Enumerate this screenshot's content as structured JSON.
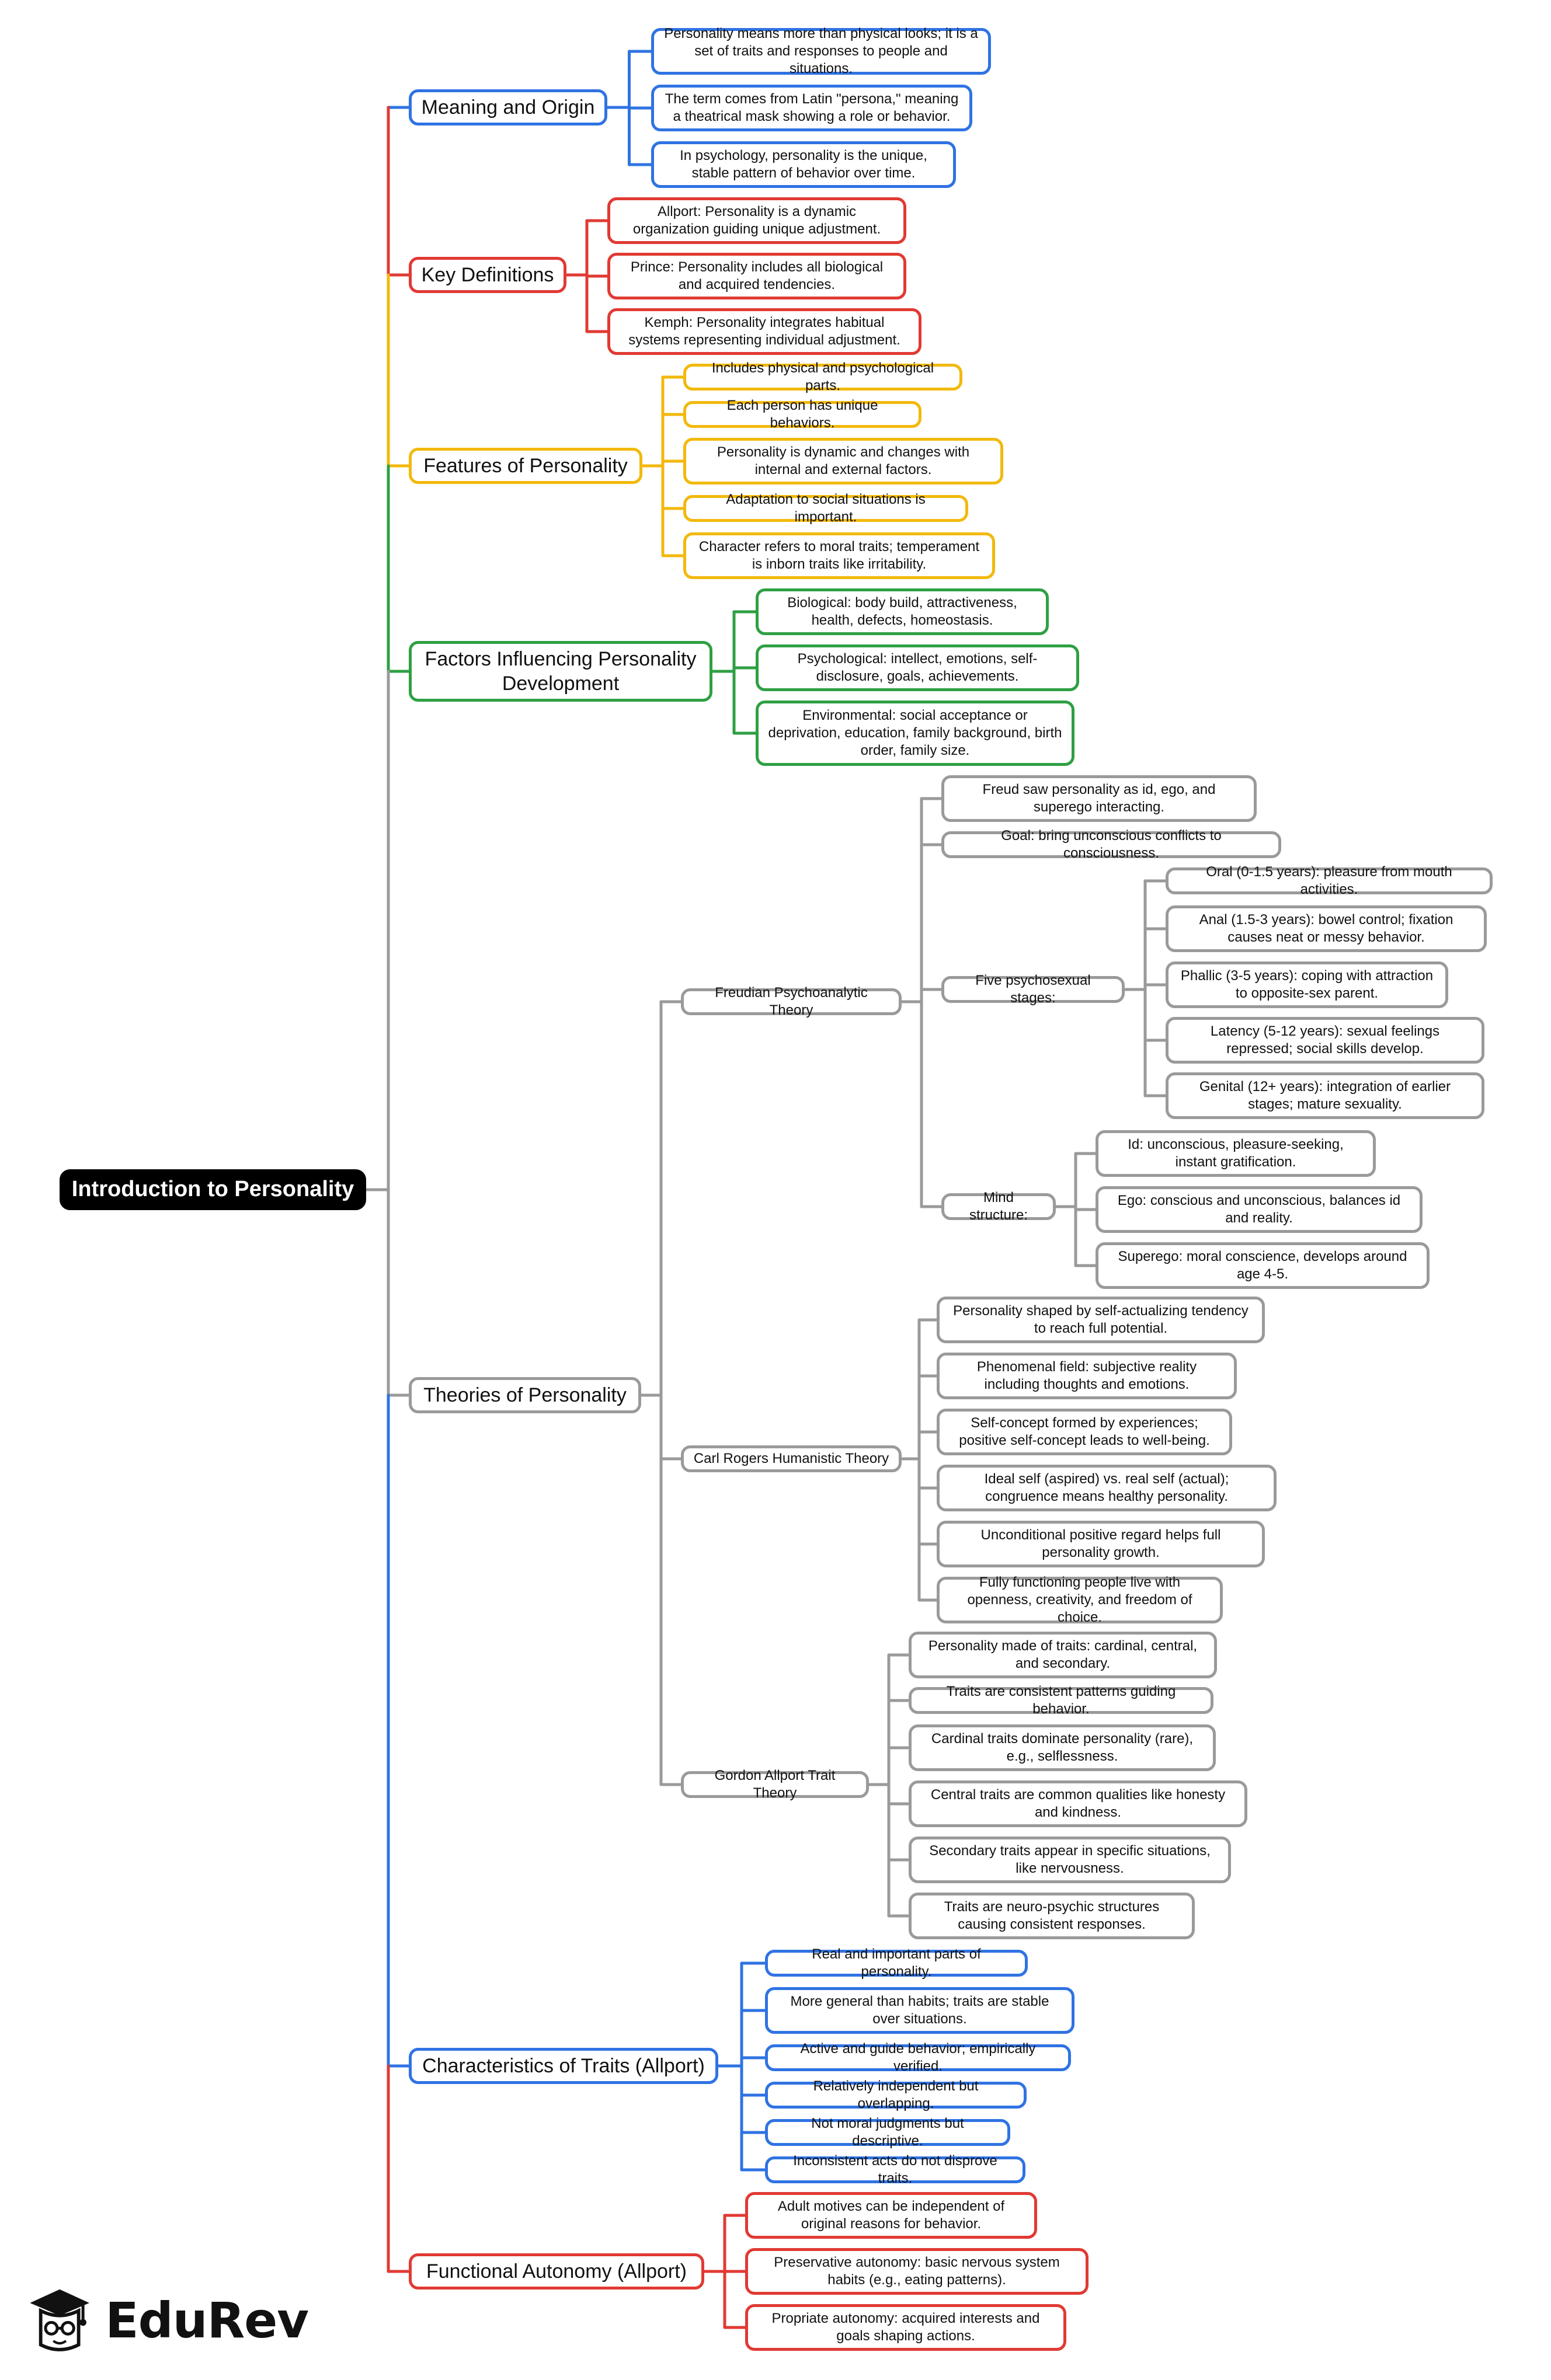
{
  "colors": {
    "blue": "#2f73e3",
    "red": "#e03a33",
    "yellow": "#f2b90c",
    "green": "#2ea043",
    "gray": "#9a9a9a"
  },
  "brand": {
    "name": "EduRev",
    "icon": "graduation-cap-face-icon"
  },
  "root": {
    "label": "Introduction to Personality"
  },
  "branches": [
    {
      "label": "Meaning and Origin",
      "color": "blue",
      "children": [
        "Personality means more than physical looks; it is a set of traits and responses to people and situations.",
        "The term comes from Latin \"persona,\" meaning a theatrical mask showing a role or behavior.",
        "In psychology, personality is the unique, stable pattern of behavior over time."
      ]
    },
    {
      "label": "Key Definitions",
      "color": "red",
      "children": [
        "Allport: Personality is a dynamic organization guiding unique adjustment.",
        "Prince: Personality includes all biological and acquired tendencies.",
        "Kemph: Personality integrates habitual systems representing individual adjustment."
      ]
    },
    {
      "label": "Features of Personality",
      "color": "yellow",
      "children": [
        "Includes physical and psychological parts.",
        "Each person has unique behaviors.",
        "Personality is dynamic and changes with internal and external factors.",
        "Adaptation to social situations is important.",
        "Character refers to moral traits; temperament is inborn traits like irritability."
      ]
    },
    {
      "label": "Factors Influencing Personality Development",
      "color": "green",
      "children": [
        "Biological: body build, attractiveness, health, defects, homeostasis.",
        "Psychological: intellect, emotions, self-disclosure, goals, achievements.",
        "Environmental: social acceptance or deprivation, education, family background, birth order, family size."
      ]
    },
    {
      "label": "Theories of Personality",
      "color": "gray",
      "theories": [
        {
          "label": "Freudian Psychoanalytic Theory",
          "items": [
            "Freud saw personality as id, ego, and superego interacting.",
            "Goal: bring unconscious conflicts to consciousness."
          ],
          "stages_label": "Five psychosexual stages:",
          "stages": [
            "Oral (0-1.5 years): pleasure from mouth activities.",
            "Anal (1.5-3 years): bowel control; fixation causes neat or messy behavior.",
            "Phallic (3-5 years): coping with attraction to opposite-sex parent.",
            "Latency (5-12 years): sexual feelings repressed; social skills develop.",
            "Genital (12+ years): integration of earlier stages; mature sexuality."
          ],
          "mind_label": "Mind structure:",
          "mind": [
            "Id: unconscious, pleasure-seeking, instant gratification.",
            "Ego: conscious and unconscious, balances id and reality.",
            "Superego: moral conscience, develops around age 4-5."
          ]
        },
        {
          "label": "Carl Rogers Humanistic Theory",
          "items": [
            "Personality shaped by self-actualizing tendency to reach full potential.",
            "Phenomenal field: subjective reality including thoughts and emotions.",
            "Self-concept formed by experiences; positive self-concept leads to well-being.",
            "Ideal self (aspired) vs. real self (actual); congruence means healthy personality.",
            "Unconditional positive regard helps full personality growth.",
            "Fully functioning people live with openness, creativity, and freedom of choice."
          ]
        },
        {
          "label": "Gordon Allport Trait Theory",
          "items": [
            "Personality made of traits: cardinal, central, and secondary.",
            "Traits are consistent patterns guiding behavior.",
            "Cardinal traits dominate personality (rare), e.g., selflessness.",
            "Central traits are common qualities like honesty and kindness.",
            "Secondary traits appear in specific situations, like nervousness.",
            "Traits are neuro-psychic structures causing consistent responses."
          ]
        }
      ]
    },
    {
      "label": "Characteristics of Traits (Allport)",
      "color": "blue",
      "children": [
        "Real and important parts of personality.",
        "More general than habits; traits are stable over situations.",
        "Active and guide behavior; empirically verified.",
        "Relatively independent but overlapping.",
        "Not moral judgments but descriptive.",
        "Inconsistent acts do not disprove traits."
      ]
    },
    {
      "label": "Functional Autonomy (Allport)",
      "color": "red",
      "children": [
        "Adult motives can be independent of original reasons for behavior.",
        "Preservative autonomy: basic nervous system habits (e.g., eating patterns).",
        "Propriate autonomy: acquired interests and goals shaping actions."
      ]
    }
  ]
}
